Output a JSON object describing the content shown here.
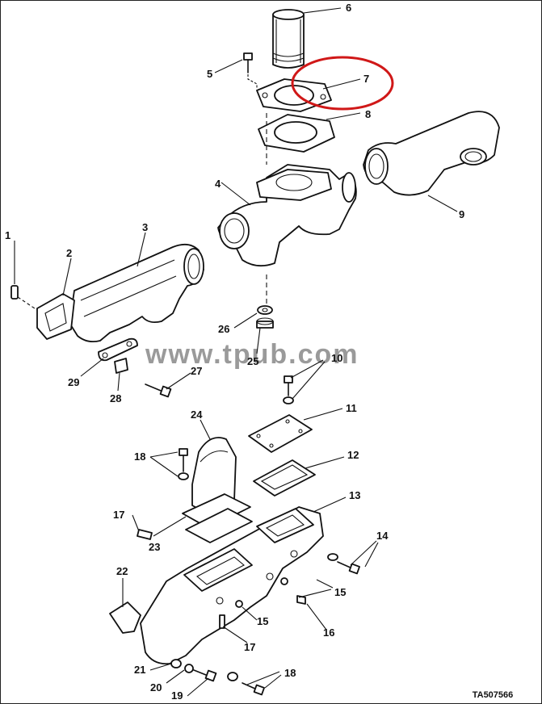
{
  "watermark": "www.tpub.com",
  "figure_code": "TA507566",
  "callouts": {
    "n1": "1",
    "n2": "2",
    "n3": "3",
    "n4": "4",
    "n5": "5",
    "n6": "6",
    "n7": "7",
    "n8": "8",
    "n9": "9",
    "n10": "10",
    "n11": "11",
    "n12": "12",
    "n13": "13",
    "n14": "14",
    "n15a": "15",
    "n15b": "15",
    "n16": "16",
    "n17a": "17",
    "n17b": "17",
    "n18a": "18",
    "n18b": "18",
    "n19": "19",
    "n20": "20",
    "n21": "21",
    "n22": "22",
    "n23": "23",
    "n24": "24",
    "n25": "25",
    "n26": "26",
    "n27": "27",
    "n28": "28",
    "n29": "29"
  },
  "highlight_color": "#d01818"
}
